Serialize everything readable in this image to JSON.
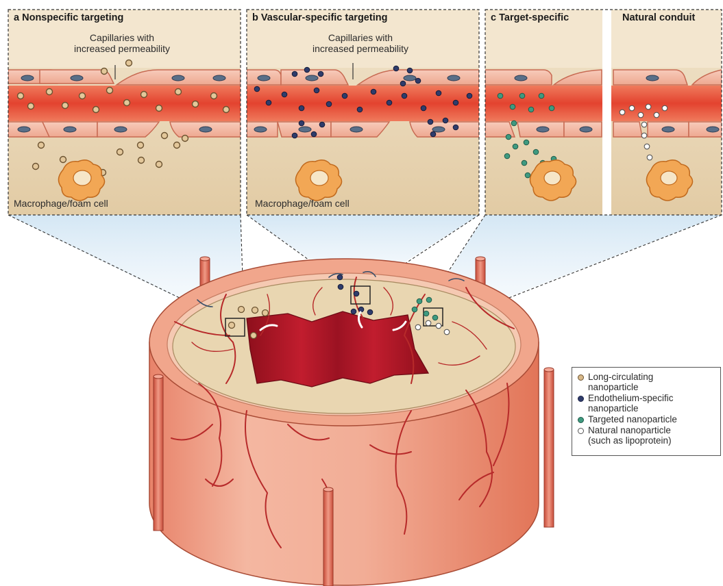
{
  "panels": [
    {
      "letter": "a",
      "title": "Nonspecific targeting"
    },
    {
      "letter": "b",
      "title": "Vascular-specific targeting"
    },
    {
      "letter": "c",
      "title": "Target-specific"
    },
    {
      "letter": "",
      "title": "Natural conduit"
    }
  ],
  "callouts": {
    "capillaries_a": [
      "Capillaries with",
      "increased permeability"
    ],
    "capillaries_b": [
      "Capillaries with",
      "increased permeability"
    ],
    "macrophage_a": "Macrophage/foam cell",
    "macrophage_b": "Macrophage/foam cell"
  },
  "legend": {
    "items": [
      {
        "label_lines": [
          "Long-circulating",
          "nanoparticle"
        ],
        "fill": "#d8b98a",
        "stroke": "#6b5230"
      },
      {
        "label_lines": [
          "Endothelium-specific",
          "nanoparticle"
        ],
        "fill": "#2f3c6b",
        "stroke": "#1d2447"
      },
      {
        "label_lines": [
          "Targeted nanoparticle"
        ],
        "fill": "#3f9a80",
        "stroke": "#1f5a48"
      },
      {
        "label_lines": [
          "Natural nanoparticle",
          "(such as lipoprotein)"
        ],
        "fill": "#ffffff",
        "stroke": "#555555"
      }
    ]
  },
  "colors": {
    "tissue": "#e9d8b8",
    "lumen": "#e5553d",
    "endothelium": "#f2b6a3",
    "vessel_wall": "#ef9a7f",
    "plaque_core": "#b8162a",
    "vasa_vasorum": "#b72a2a",
    "macrophage": "#f0a24e"
  }
}
